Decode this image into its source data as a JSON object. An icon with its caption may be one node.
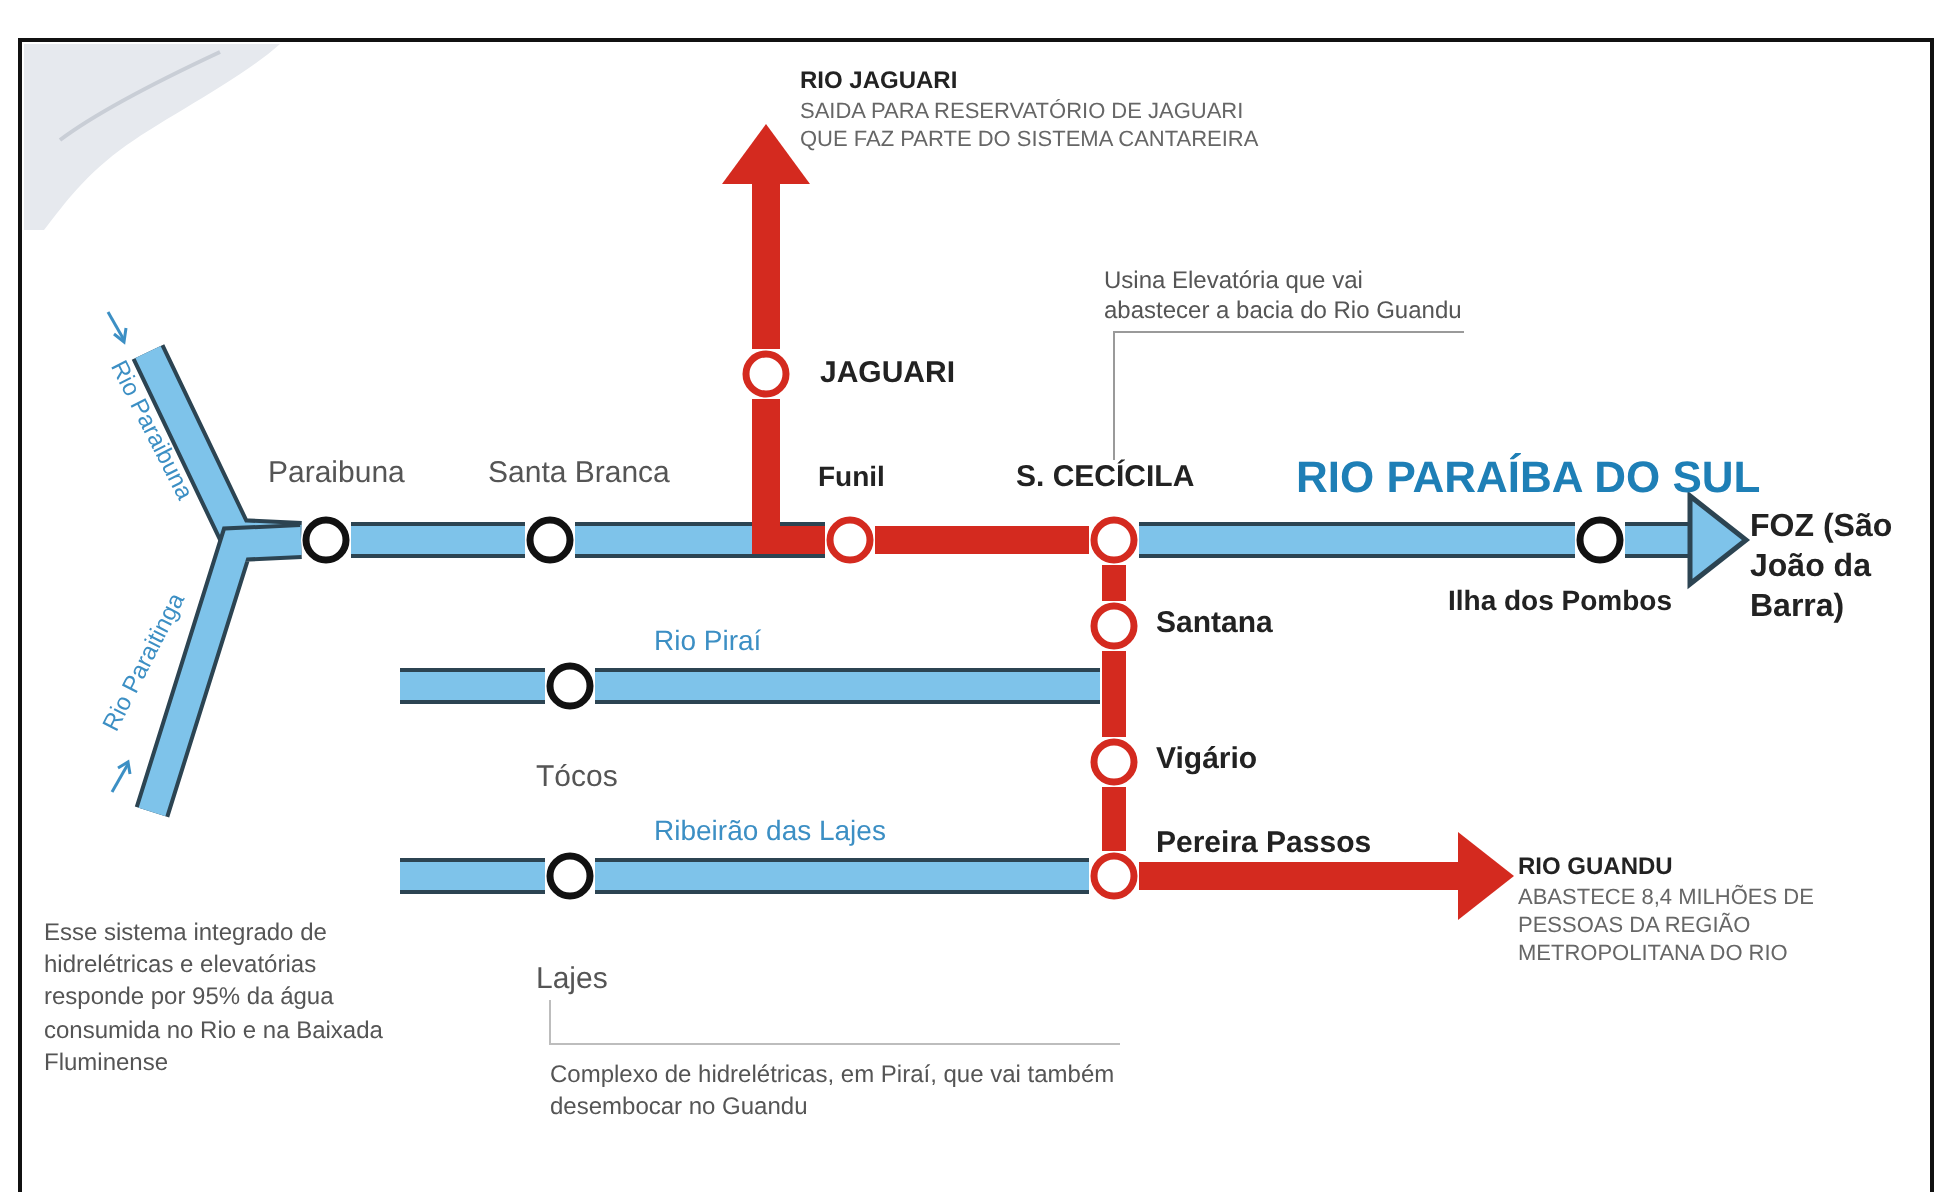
{
  "diagram": {
    "nodes": [
      {
        "text": [
          "Paraibuna"
        ]
      },
      {
        "text": [
          "Santa Branca"
        ]
      },
      {
        "text": [
          "Funil"
        ]
      },
      {
        "text": [
          "JAGUARI"
        ]
      },
      {
        "text": [
          "S. CECÍCILA"
        ]
      },
      {
        "text": [
          "Ilha dos Pombos"
        ]
      },
      {
        "text": [
          "Santana"
        ]
      },
      {
        "text": [
          "Vigário"
        ]
      },
      {
        "text": [
          "Pereira Passos"
        ]
      },
      {
        "text": [
          "Tócos"
        ]
      },
      {
        "text": [
          "Lajes"
        ]
      },
      {
        "text": [
          "RIO JAGUARI",
          "SAIDA PARA RESERVATÓRIO DE JAGUARI QUE FAZ PARTE DO SISTEMA CANTAREIRA"
        ]
      },
      {
        "text": [
          "FOZ (São João da Barra)"
        ]
      },
      {
        "text": [
          "RIO GUANDU",
          "ABASTECE 8,4 MILHÕES DE PESSOAS DA REGIÃO METROPOLITANA DO RIO"
        ]
      },
      {
        "text": [
          "Usina Elevatória que vai abastecer a bacia do Rio Guandu"
        ]
      }
    ],
    "edges": [
      {
        "from": null,
        "to": 0,
        "arrow": "none",
        "label": "Rio Paraibuna"
      },
      {
        "from": null,
        "to": 0,
        "arrow": "none",
        "label": "Rio Paraitinga"
      },
      {
        "from": 0,
        "to": 1,
        "arrow": "none"
      },
      {
        "from": 1,
        "to": 2,
        "arrow": "none"
      },
      {
        "from": 2,
        "to": 3,
        "arrow": "none",
        "color": "#d42a1f"
      },
      {
        "from": 3,
        "to": 11,
        "arrow": "to",
        "color": "#d42a1f"
      },
      {
        "from": 2,
        "to": 4,
        "arrow": "none",
        "color": "#d42a1f"
      },
      {
        "from": 4,
        "to": 5,
        "arrow": "none",
        "label": "RIO PARAÍBA DO SUL"
      },
      {
        "from": 5,
        "to": 12,
        "arrow": "to"
      },
      {
        "from": 4,
        "to": 6,
        "arrow": "none",
        "color": "#d42a1f"
      },
      {
        "from": 6,
        "to": 7,
        "arrow": "none",
        "color": "#d42a1f"
      },
      {
        "from": 7,
        "to": 8,
        "arrow": "none",
        "color": "#d42a1f"
      },
      {
        "from": 8,
        "to": 13,
        "arrow": "to",
        "color": "#d42a1f"
      },
      {
        "from": null,
        "to": 9,
        "arrow": "none"
      },
      {
        "from": 9,
        "to": null,
        "arrow": "none",
        "label": "Rio Piraí"
      },
      {
        "from": null,
        "to": 10,
        "arrow": "none"
      },
      {
        "from": 10,
        "to": 8,
        "arrow": "none",
        "label": "Ribeirão das Lajes"
      },
      {
        "from": 14,
        "to": 4,
        "arrow": "none",
        "color": "#9a9a9a"
      }
    ],
    "labels": [
      "Complexo de hidrelétricas, em Piraí, que vai também desembocar no Guandu",
      "Esse sistema integrado de hidrelétricas e elevatórias responde por 95% da água consumida no Rio e na Baixada Fluminense"
    ]
  }
}
